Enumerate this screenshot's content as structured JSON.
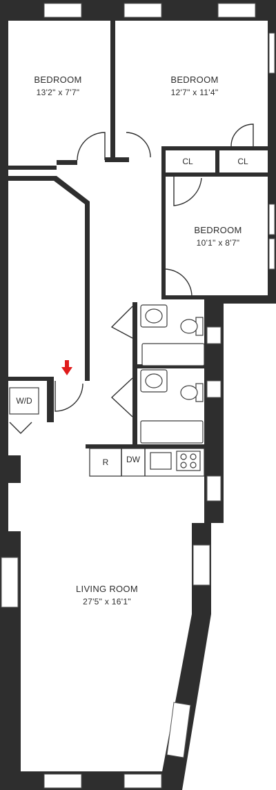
{
  "rooms": {
    "bedroom1": {
      "name": "BEDROOM",
      "dims": "13'2\" x 7'7\""
    },
    "bedroom2": {
      "name": "BEDROOM",
      "dims": "12'7\" x 11'4\""
    },
    "bedroom3": {
      "name": "BEDROOM",
      "dims": "10'1\" x 8'7\""
    },
    "living": {
      "name": "LIVING ROOM",
      "dims": "27'5\" x 16'1\""
    }
  },
  "closets": {
    "left": "CL",
    "right": "CL"
  },
  "fixtures": {
    "washer_dryer": "W/D",
    "refrigerator": "R",
    "dishwasher": "DW"
  },
  "colors": {
    "walls": "#2e2e2e",
    "entry_arrow": "#e01b1b",
    "background": "#ffffff"
  },
  "icons": {
    "entry": "entry-arrow-icon"
  }
}
